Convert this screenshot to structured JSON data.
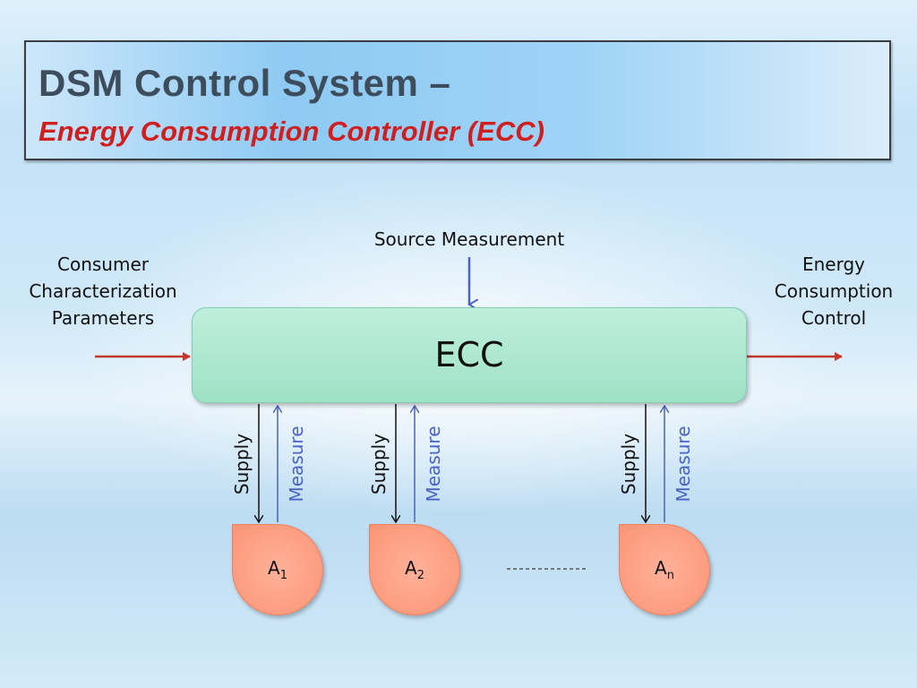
{
  "title": {
    "main": "DSM Control System –",
    "sub_parts": [
      {
        "text": "E",
        "bold": true
      },
      {
        "text": "nergy ",
        "bold": false
      },
      {
        "text": "C",
        "bold": true
      },
      {
        "text": "onsumption ",
        "bold": false
      },
      {
        "text": "C",
        "bold": true
      },
      {
        "text": "ontroller (",
        "bold": false
      },
      {
        "text": "ECC",
        "bold": true
      },
      {
        "text": ")",
        "bold": false
      }
    ]
  },
  "diagram": {
    "source_label": "Source Measurement",
    "input_label": [
      "Consumer",
      "Characterization",
      "Parameters"
    ],
    "output_label": [
      "Energy",
      "Consumption",
      "Control"
    ],
    "ecc_label": "ECC",
    "supply_label": "Supply",
    "measure_label": "Measure",
    "appliances": [
      {
        "base": "A",
        "sub": "1"
      },
      {
        "base": "A",
        "sub": "2"
      },
      {
        "base": "A",
        "sub": "n"
      }
    ]
  },
  "colors": {
    "input_arrow": "#c0392b",
    "output_arrow": "#c0392b",
    "source_arrow": "#4a63c4",
    "supply_arrow": "#111111",
    "measure_arrow": "#4a63c4",
    "title_text": "#3d4d5c",
    "subtitle_text": "#d01f1f"
  }
}
